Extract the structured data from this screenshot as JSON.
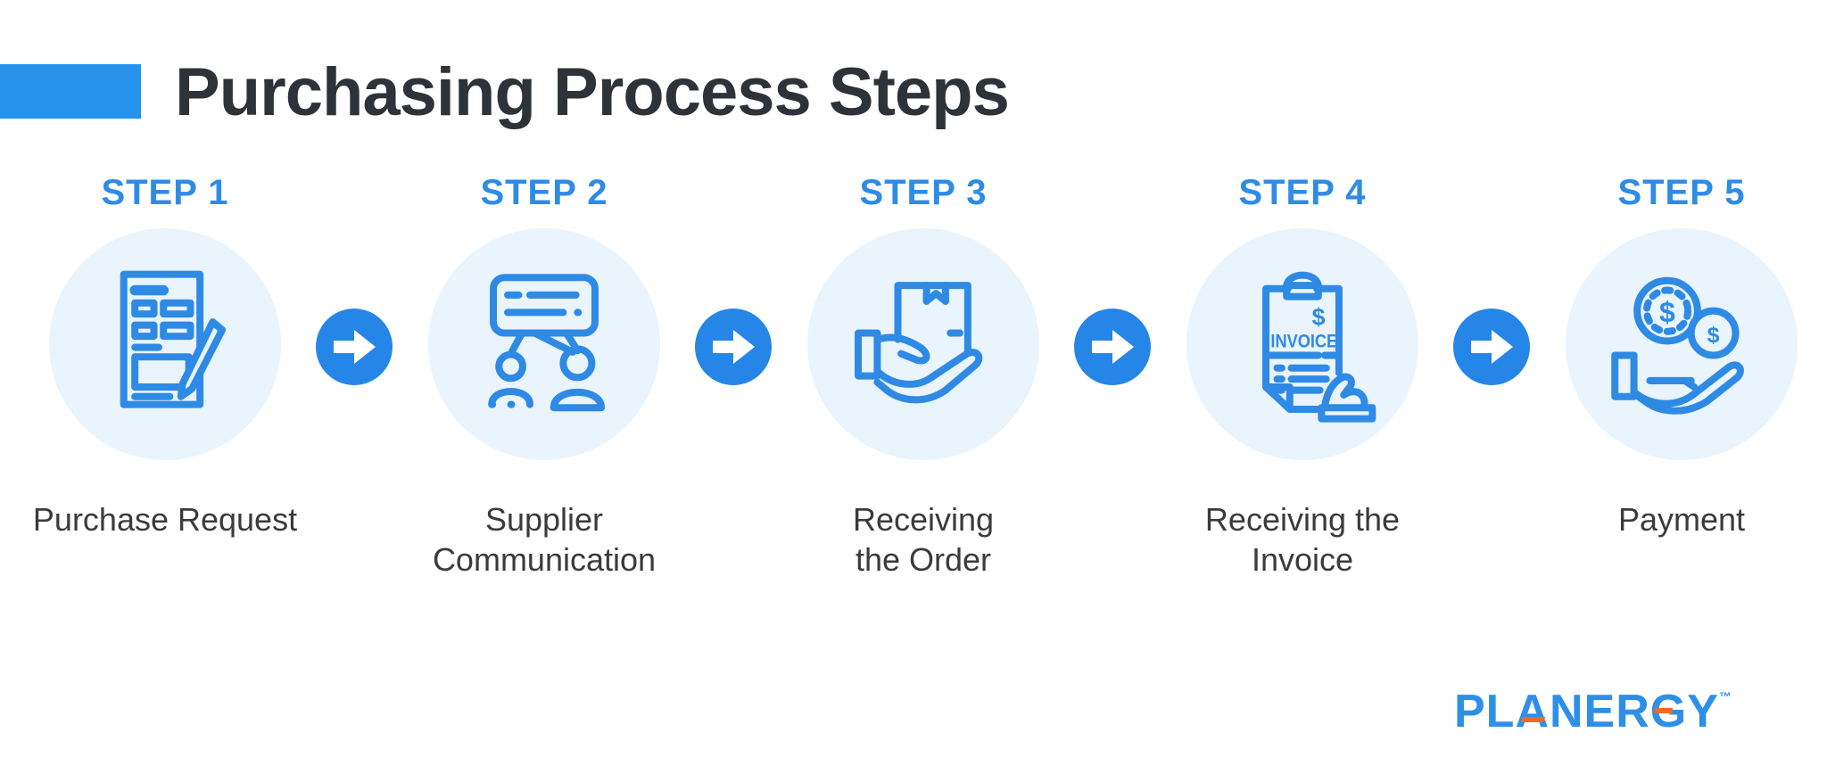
{
  "title": "Purchasing Process Steps",
  "steps": [
    {
      "label": "STEP 1",
      "name_line1": "Purchase Request",
      "name_line2": ""
    },
    {
      "label": "STEP 2",
      "name_line1": "Supplier",
      "name_line2": "Communication"
    },
    {
      "label": "STEP 3",
      "name_line1": "Receiving",
      "name_line2": "the Order"
    },
    {
      "label": "STEP 4",
      "name_line1": "Receiving the",
      "name_line2": "Invoice"
    },
    {
      "label": "STEP 5",
      "name_line1": "Payment",
      "name_line2": ""
    }
  ],
  "icon_text": {
    "invoice_dollar": "$",
    "invoice_label": "INVOICE",
    "big_coin_dollar": "$",
    "small_coin_dollar": "$"
  },
  "logo": {
    "text": "PLANERGY",
    "trademark": "™"
  },
  "colors": {
    "accent_blue": "#2792ec",
    "step_label_blue": "#2e8be6",
    "arrow_blue": "#2586e8",
    "icon_stroke_blue": "#2e8ae4",
    "circle_fill": "#e9f4fd",
    "title_color": "#2d3338",
    "step_name_color": "#3b3b3b",
    "logo_blue": "#2e8fe9",
    "logo_orange": "#f26a21"
  }
}
